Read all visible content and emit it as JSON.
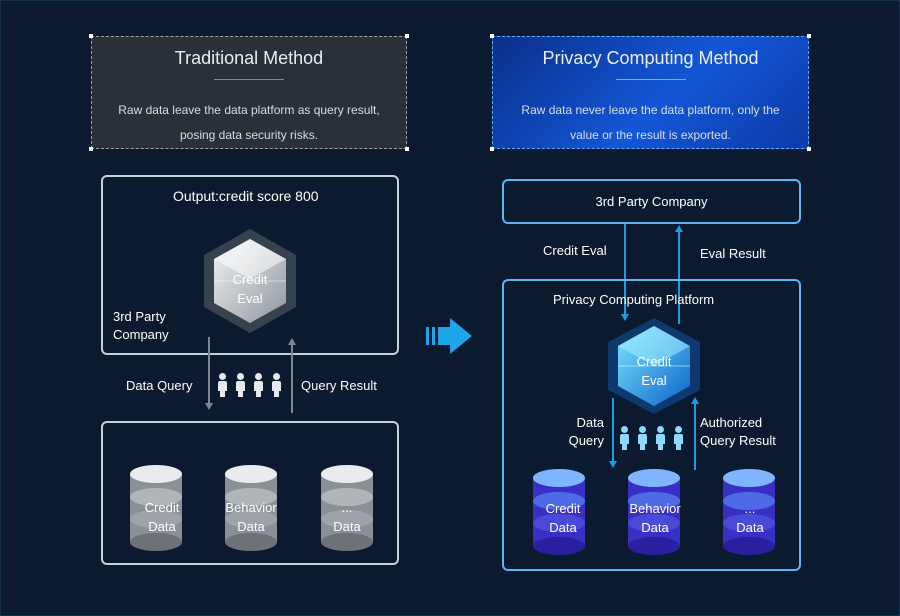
{
  "traditional": {
    "title": "Traditional Method",
    "description_line1": "Raw data leave the data platform as query result,",
    "description_line2": "posing data security risks.",
    "output_label": "Output:credit score 800",
    "cube_line1": "Credit",
    "cube_line2": "Eval",
    "company_line1": "3rd Party",
    "company_line2": "Company",
    "data_query": "Data Query",
    "query_result": "Query Result",
    "databases": [
      {
        "line1": "Credit",
        "line2": "Data"
      },
      {
        "line1": "Behavior",
        "line2": "Data"
      },
      {
        "line1": "...",
        "line2": "Data"
      }
    ]
  },
  "privacy": {
    "title": "Privacy Computing Method",
    "description_line1": "Raw data never leave the data platform, only the",
    "description_line2": "value or the result is exported.",
    "company": "3rd Party Company",
    "credit_eval": "Credit Eval",
    "eval_result": "Eval Result",
    "platform": "Privacy Computing Platform",
    "cube_line1": "Credit",
    "cube_line2": "Eval",
    "data_query_line1": "Data",
    "data_query_line2": "Query",
    "authorized_line1": "Authorized",
    "authorized_line2": "Query Result",
    "databases": [
      {
        "line1": "Credit",
        "line2": "Data"
      },
      {
        "line1": "Behavior",
        "line2": "Data"
      },
      {
        "line1": "...",
        "line2": "Data"
      }
    ]
  },
  "colors": {
    "background": "#0b1a2e",
    "accent_blue": "#1d9be0",
    "panel_blue": "#59b8ee",
    "panel_gray": "#c9d0d8"
  }
}
